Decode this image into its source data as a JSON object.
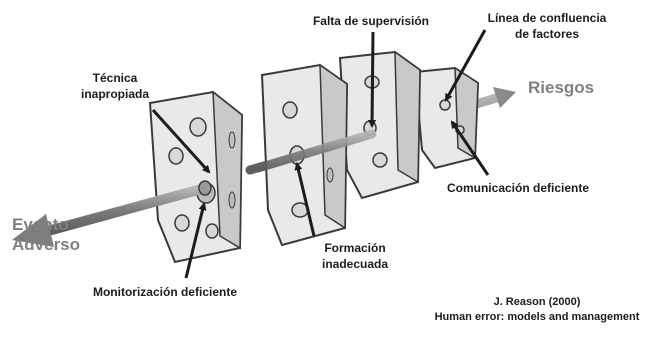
{
  "diagram": {
    "risk_label": "Riesgos",
    "event_label_line1": "Evento",
    "event_label_line2": "Adverso",
    "labels": {
      "tecnica_line1": "Técnica",
      "tecnica_line2": "inapropiada",
      "falta_supervision": "Falta de supervisión",
      "linea_line1": "Línea de confluencia",
      "linea_line2": "de factores",
      "comunicacion": "Comunicación deficiente",
      "formacion_line1": "Formación",
      "formacion_line2": "inadecuada",
      "monitorizacion": "Monitorización deficiente"
    },
    "citation_line1": "J. Reason (2000)",
    "citation_line2": "Human error: models and management",
    "colors": {
      "slice_fill": "#e9e9e9",
      "slice_edge": "#3a3a3a",
      "rod": "#8a8a8a",
      "text": "#1c1c1c",
      "label_gray": "#808080"
    }
  }
}
